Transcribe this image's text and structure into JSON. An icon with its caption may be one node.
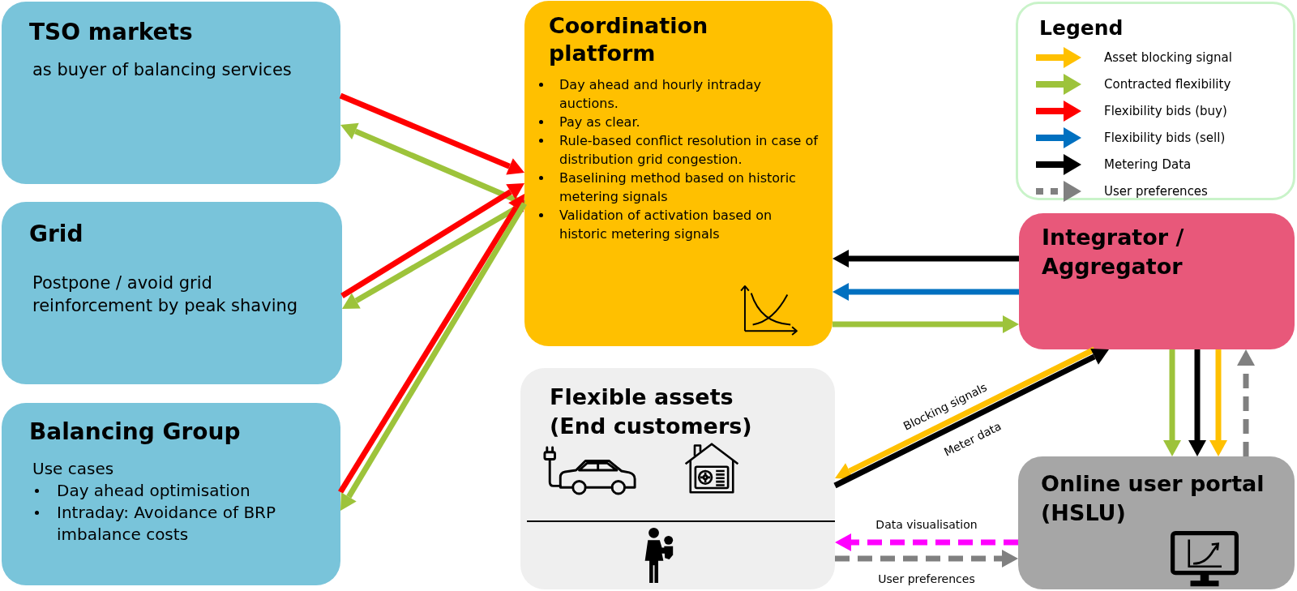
{
  "diagram": {
    "nodes": [
      {
        "text": [
          "TSO markets",
          "as buyer of balancing services"
        ]
      },
      {
        "text": [
          "Coordination platform",
          "Day ahead and hourly intraday auctions.",
          "Pay as clear.",
          "Rule-based conflict resolution in case of distribution grid congestion.",
          "Baselining method based on historic metering signals",
          "Validation of activation based on historic metering signals"
        ]
      },
      {
        "text": [
          "Grid",
          "Postpone / avoid grid reinforcement by peak shaving"
        ]
      },
      {
        "text": [
          "Integrator / Aggregator"
        ]
      },
      {
        "text": [
          "Balancing Group",
          "Use cases",
          "Day ahead optimisation",
          "Intraday: Avoidance of BRP imbalance costs"
        ]
      },
      {
        "text": [
          "Flexible assets (End customers)"
        ]
      },
      {
        "text": [
          "Online user portal (HSLU)"
        ]
      }
    ],
    "edges": [
      {
        "from": 0,
        "to": 1,
        "arrow": "to",
        "color": "#ff0000"
      },
      {
        "from": 1,
        "to": 0,
        "arrow": "to",
        "color": "#9dc33b"
      },
      {
        "from": 2,
        "to": 1,
        "arrow": "to",
        "color": "#ff0000"
      },
      {
        "from": 1,
        "to": 2,
        "arrow": "to",
        "color": "#9dc33b"
      },
      {
        "from": 4,
        "to": 1,
        "arrow": "to",
        "color": "#ff0000"
      },
      {
        "from": 1,
        "to": 4,
        "arrow": "to",
        "color": "#9dc33b"
      },
      {
        "from": 3,
        "to": 1,
        "arrow": "to",
        "color": "#000000"
      },
      {
        "from": 3,
        "to": 1,
        "arrow": "to",
        "color": "#0070c0"
      },
      {
        "from": 1,
        "to": 3,
        "arrow": "to",
        "color": "#9dc33b"
      },
      {
        "from": 3,
        "to": 5,
        "arrow": "to",
        "label": "Blocking signals",
        "color": "#ffc000"
      },
      {
        "from": 5,
        "to": 3,
        "arrow": "to",
        "label": "Meter data",
        "color": "#000000"
      },
      {
        "from": 3,
        "to": 6,
        "arrow": "to",
        "color": "#9dc33b"
      },
      {
        "from": 3,
        "to": 6,
        "arrow": "to",
        "color": "#000000"
      },
      {
        "from": 3,
        "to": 6,
        "arrow": "to",
        "color": "#ffc000"
      },
      {
        "from": 6,
        "to": 3,
        "arrow": "to",
        "style": "dashed",
        "color": "#808080"
      },
      {
        "from": 6,
        "to": 5,
        "arrow": "to",
        "label": "Data visualisation",
        "style": "dashed",
        "color": "#ff00ff"
      },
      {
        "from": 5,
        "to": 6,
        "arrow": "to",
        "label": "User preferences",
        "style": "dashed",
        "color": "#808080"
      }
    ],
    "labels": [
      "Legend"
    ],
    "legend": [
      {
        "text": "Asset blocking signal",
        "color": "#ffc000"
      },
      {
        "text": "Contracted flexibility",
        "color": "#9dc33b"
      },
      {
        "text": "Flexibility bids (buy)",
        "color": "#ff0000"
      },
      {
        "text": "Flexibility bids (sell)",
        "color": "#0070c0"
      },
      {
        "text": "Metering Data",
        "color": "#000000"
      },
      {
        "text": "User preferences",
        "color": "#808080"
      }
    ]
  }
}
